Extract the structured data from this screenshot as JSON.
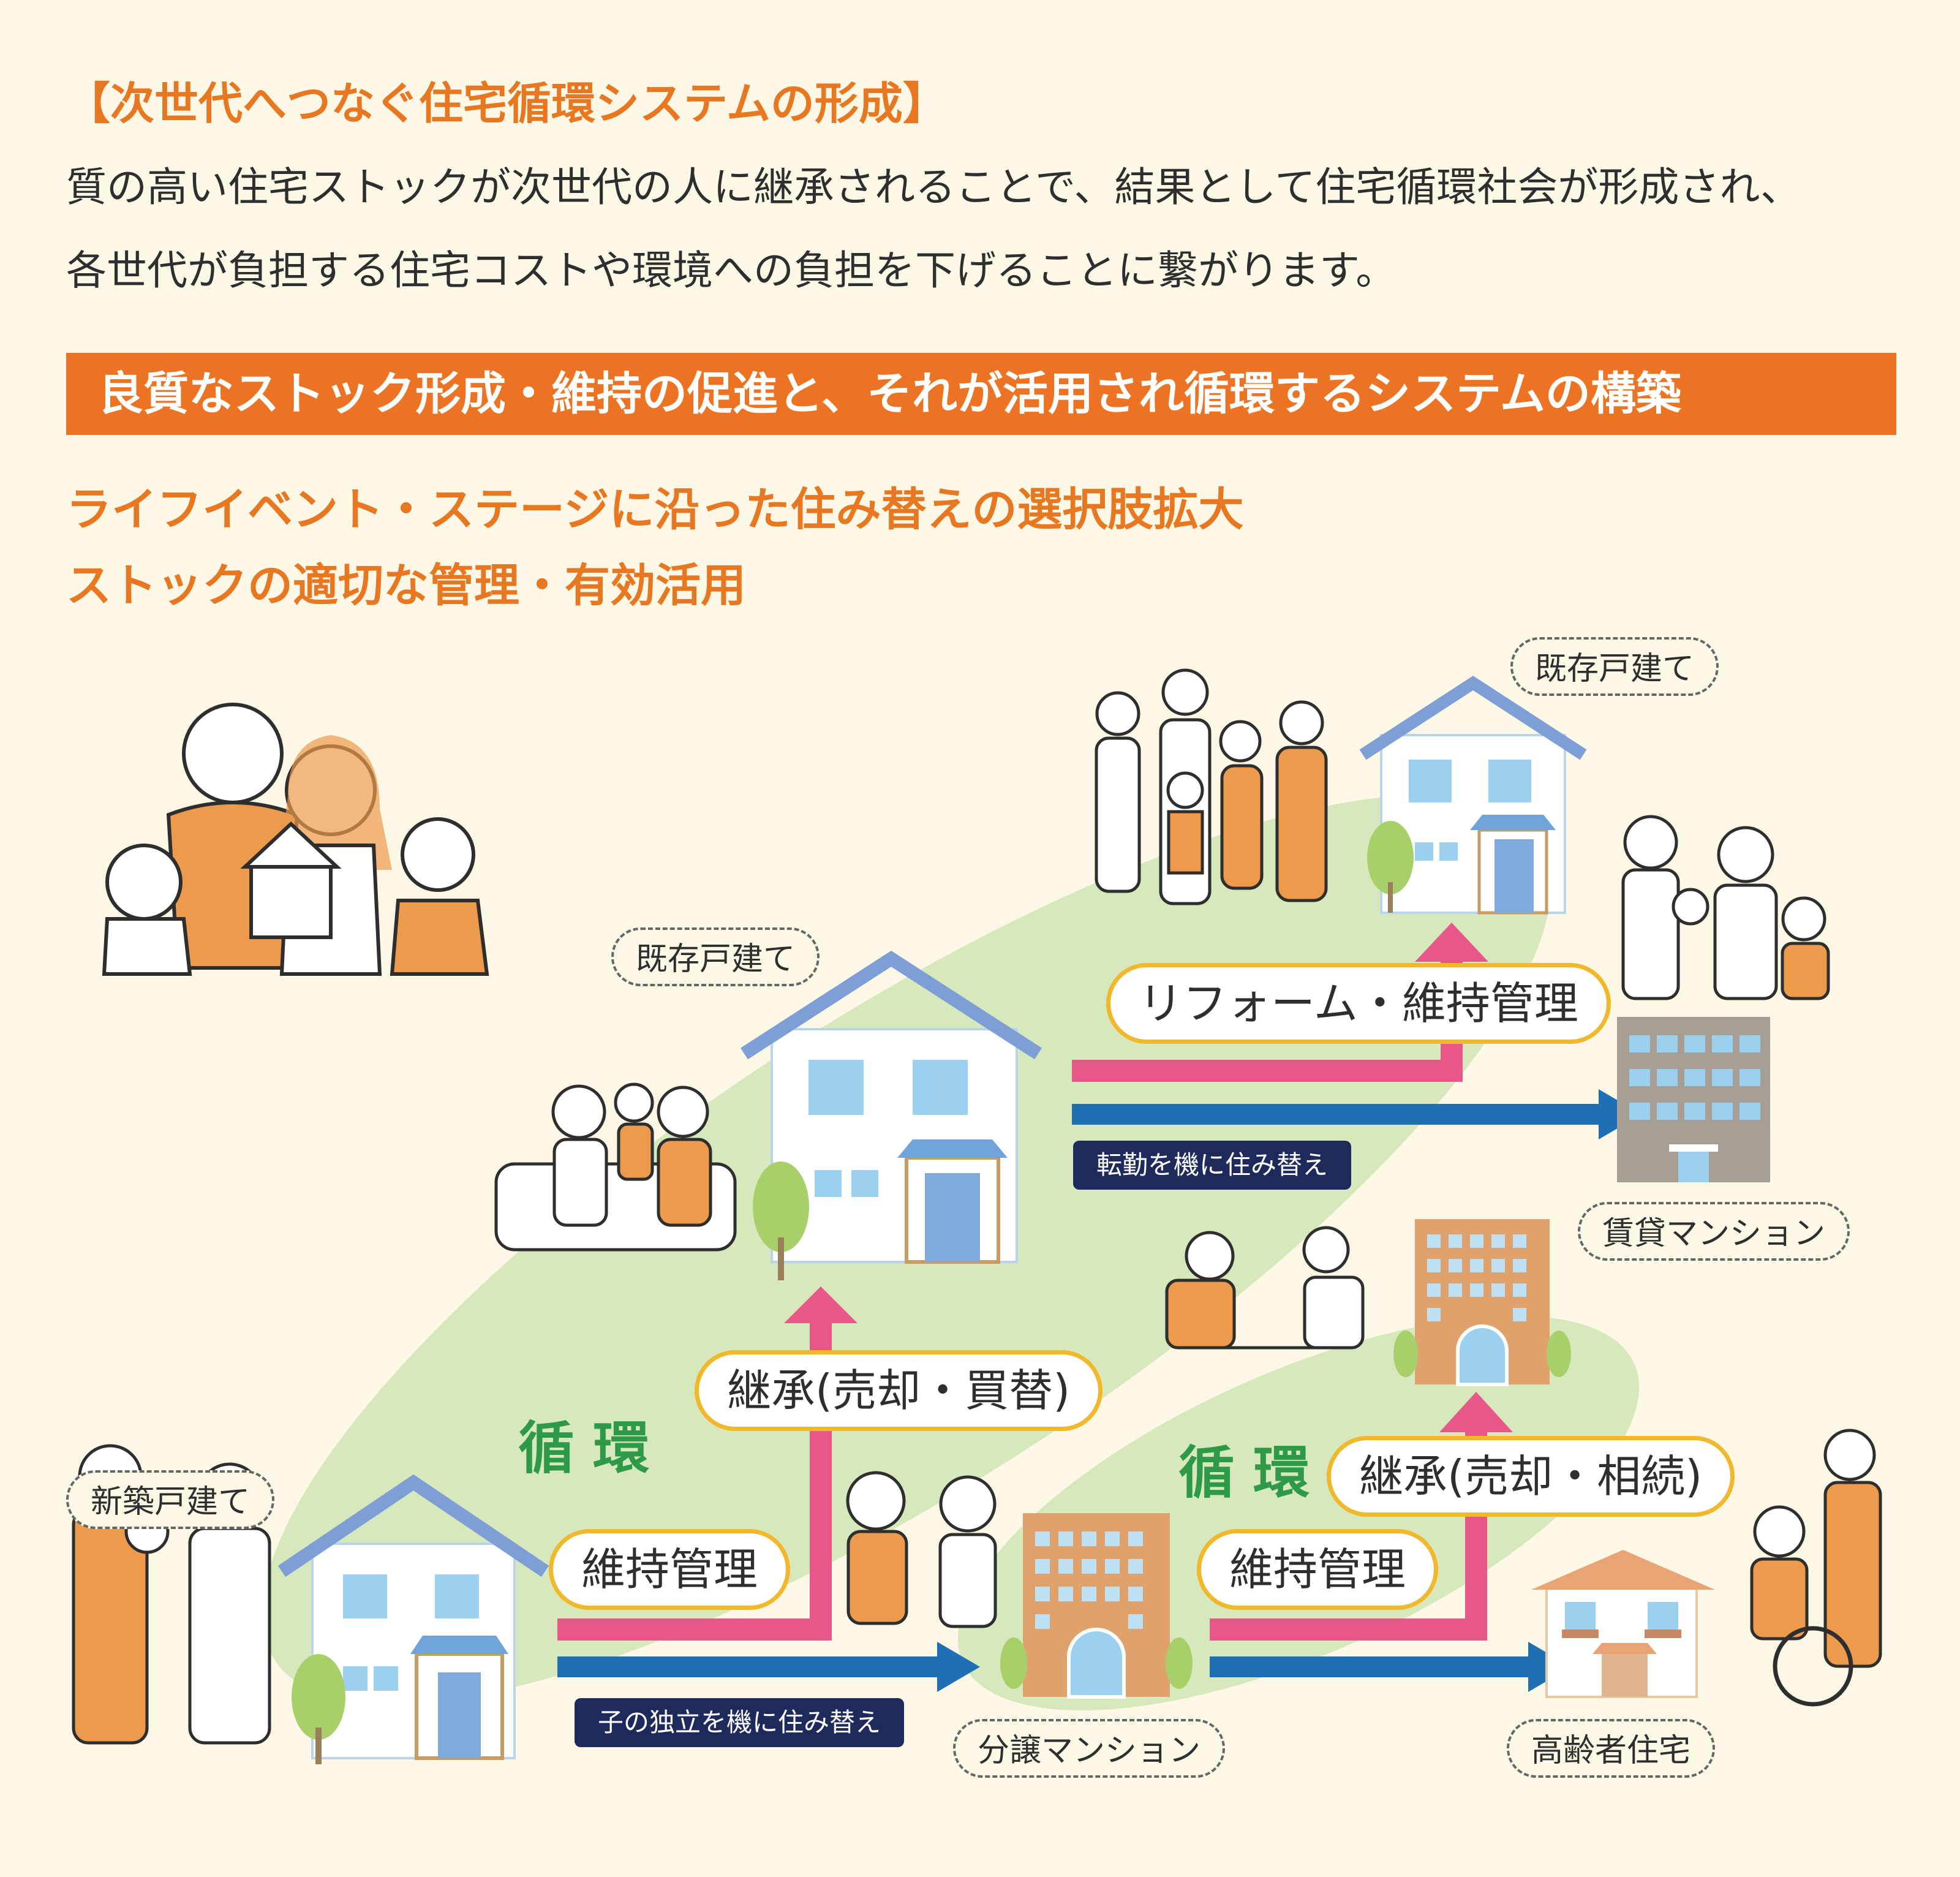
{
  "header": {
    "title": "【次世代へつなぐ住宅循環システムの形成】",
    "body_line1": "質の高い住宅ストックが次世代の人に継承されることで、結果として住宅循環社会が形成され、",
    "body_line2": "各世代が負担する住宅コストや環境への負担を下げることに繋がります。"
  },
  "banner": "良質なストック形成・維持の促進と、それが活用され循環するシステムの構築",
  "subtitles": {
    "line1": "ライフイベント・ステージに沿った住み替えの選択肢拡大",
    "line2": "ストックの適切な管理・有効活用"
  },
  "tags": {
    "new_house": "新築戸建て",
    "existing_house_mid": "既存戸建て",
    "existing_house_top": "既存戸建て",
    "rental_mansion": "賃貸マンション",
    "condo": "分譲マンション",
    "elderly_housing": "高齢者住宅"
  },
  "pills": {
    "maintenance_left": "維持管理",
    "inherit_buy": "継承(売却・買替)",
    "reform": "リフォーム・維持管理",
    "maintenance_right": "維持管理",
    "inherit_inherit": "継承(売却・相続)"
  },
  "notes": {
    "child_independence": "子の独立を機に住み替え",
    "transfer": "転勤を機に住み替え"
  },
  "cycle_labels": {
    "left": "循環",
    "right": "循環"
  },
  "colors": {
    "accent_orange": "#ec7324",
    "pink_arrow": "#e8578a",
    "blue_arrow": "#1f6fb3",
    "cycle_green": "#2e9a48",
    "green_ellipse": "#cfe5b4",
    "pill_border": "#f0b82a",
    "navy_label": "#1f2a5c"
  }
}
